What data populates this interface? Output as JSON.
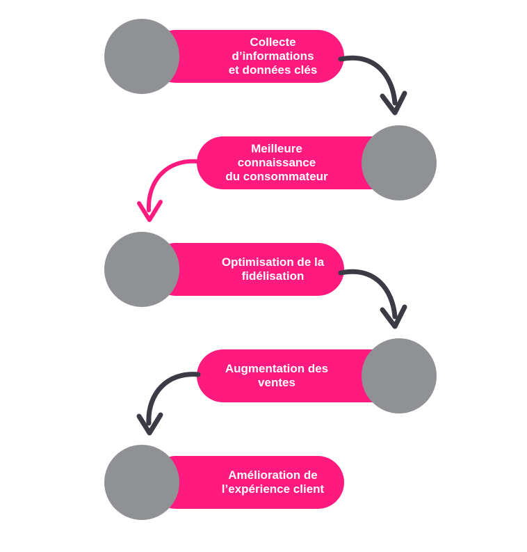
{
  "colors": {
    "accent": "#ff1a7f",
    "circle": "#909195",
    "arrow_dark": "#3a3b44",
    "arrow_pink": "#ff1a7f",
    "label_text": "#ffffff"
  },
  "steps": [
    {
      "label": "Collecte d’informations\net données clés"
    },
    {
      "label": "Meilleure connaissance\ndu consommateur"
    },
    {
      "label": "Optimisation de la\nfidélisation"
    },
    {
      "label": "Augmentation des\nventes"
    },
    {
      "label": "Amélioration de\nl’expérience client"
    }
  ],
  "connectors": [
    {
      "from": 1,
      "to": 2,
      "color": "dark"
    },
    {
      "from": 2,
      "to": 3,
      "color": "pink"
    },
    {
      "from": 3,
      "to": 4,
      "color": "dark"
    },
    {
      "from": 4,
      "to": 5,
      "color": "dark"
    }
  ]
}
